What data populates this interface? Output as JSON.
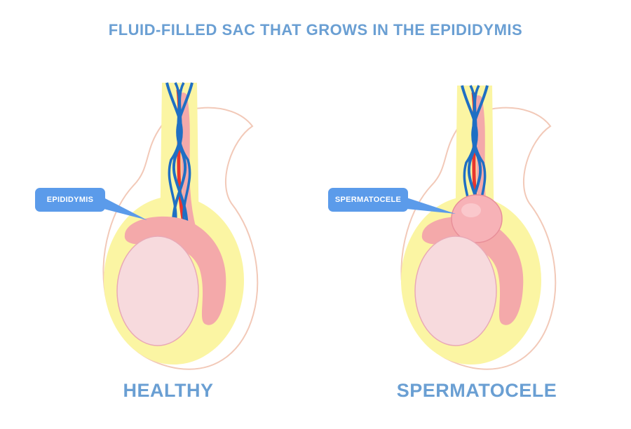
{
  "title": "FLUID-FILLED SAC THAT GROWS IN THE EPIDIDYMIS",
  "panels": {
    "healthy": {
      "label": "HEALTHY",
      "callout": "EPIDIDYMIS"
    },
    "spermatocele": {
      "label": "SPERMATOCELE",
      "callout": "SPERMATOCELE"
    }
  },
  "colors": {
    "text_blue": "#6a9fd3",
    "callout_blue": "#5b9bea",
    "scrotum_outline": "#f2c9b8",
    "tunica_yellow": "#fbf5a3",
    "testis_fill": "#f7dadd",
    "epididymis_pink": "#f4a9aa",
    "vein_blue": "#1f6fc4",
    "artery_red": "#e8352f"
  }
}
